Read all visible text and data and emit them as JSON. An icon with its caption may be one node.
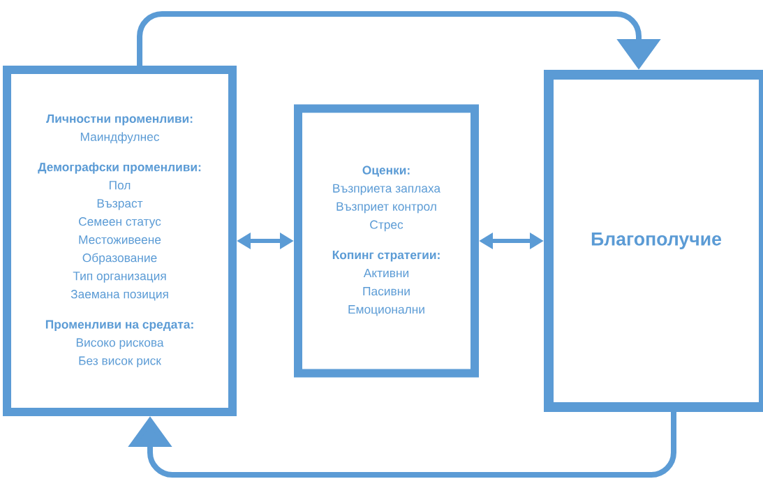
{
  "diagram": {
    "nodes": [
      {
        "text": [
          "Личностни променливи:",
          "Маиндфулнес",
          "Демографски променливи:",
          "Пол",
          "Възраст",
          "Семеен статус",
          "Местоживеене",
          "Образование",
          "Тип организация",
          "Заемана позиция",
          "Променливи на средата:",
          "Високо рискова",
          "Без висок риск"
        ]
      },
      {
        "text": [
          "Оценки:",
          "Възприета заплаха",
          "Възприет контрол",
          "Стрес",
          "Копинг стратегии:",
          "Активни",
          "Пасивни",
          "Емоционални"
        ]
      },
      {
        "text": [
          "Благополучие"
        ]
      }
    ],
    "edges": [
      {
        "from": 0,
        "to": 1,
        "arrow": "both"
      },
      {
        "from": 1,
        "to": 2,
        "arrow": "both"
      },
      {
        "from": 0,
        "to": 2,
        "arrow": "to"
      },
      {
        "from": 2,
        "to": 0,
        "arrow": "to"
      }
    ]
  }
}
